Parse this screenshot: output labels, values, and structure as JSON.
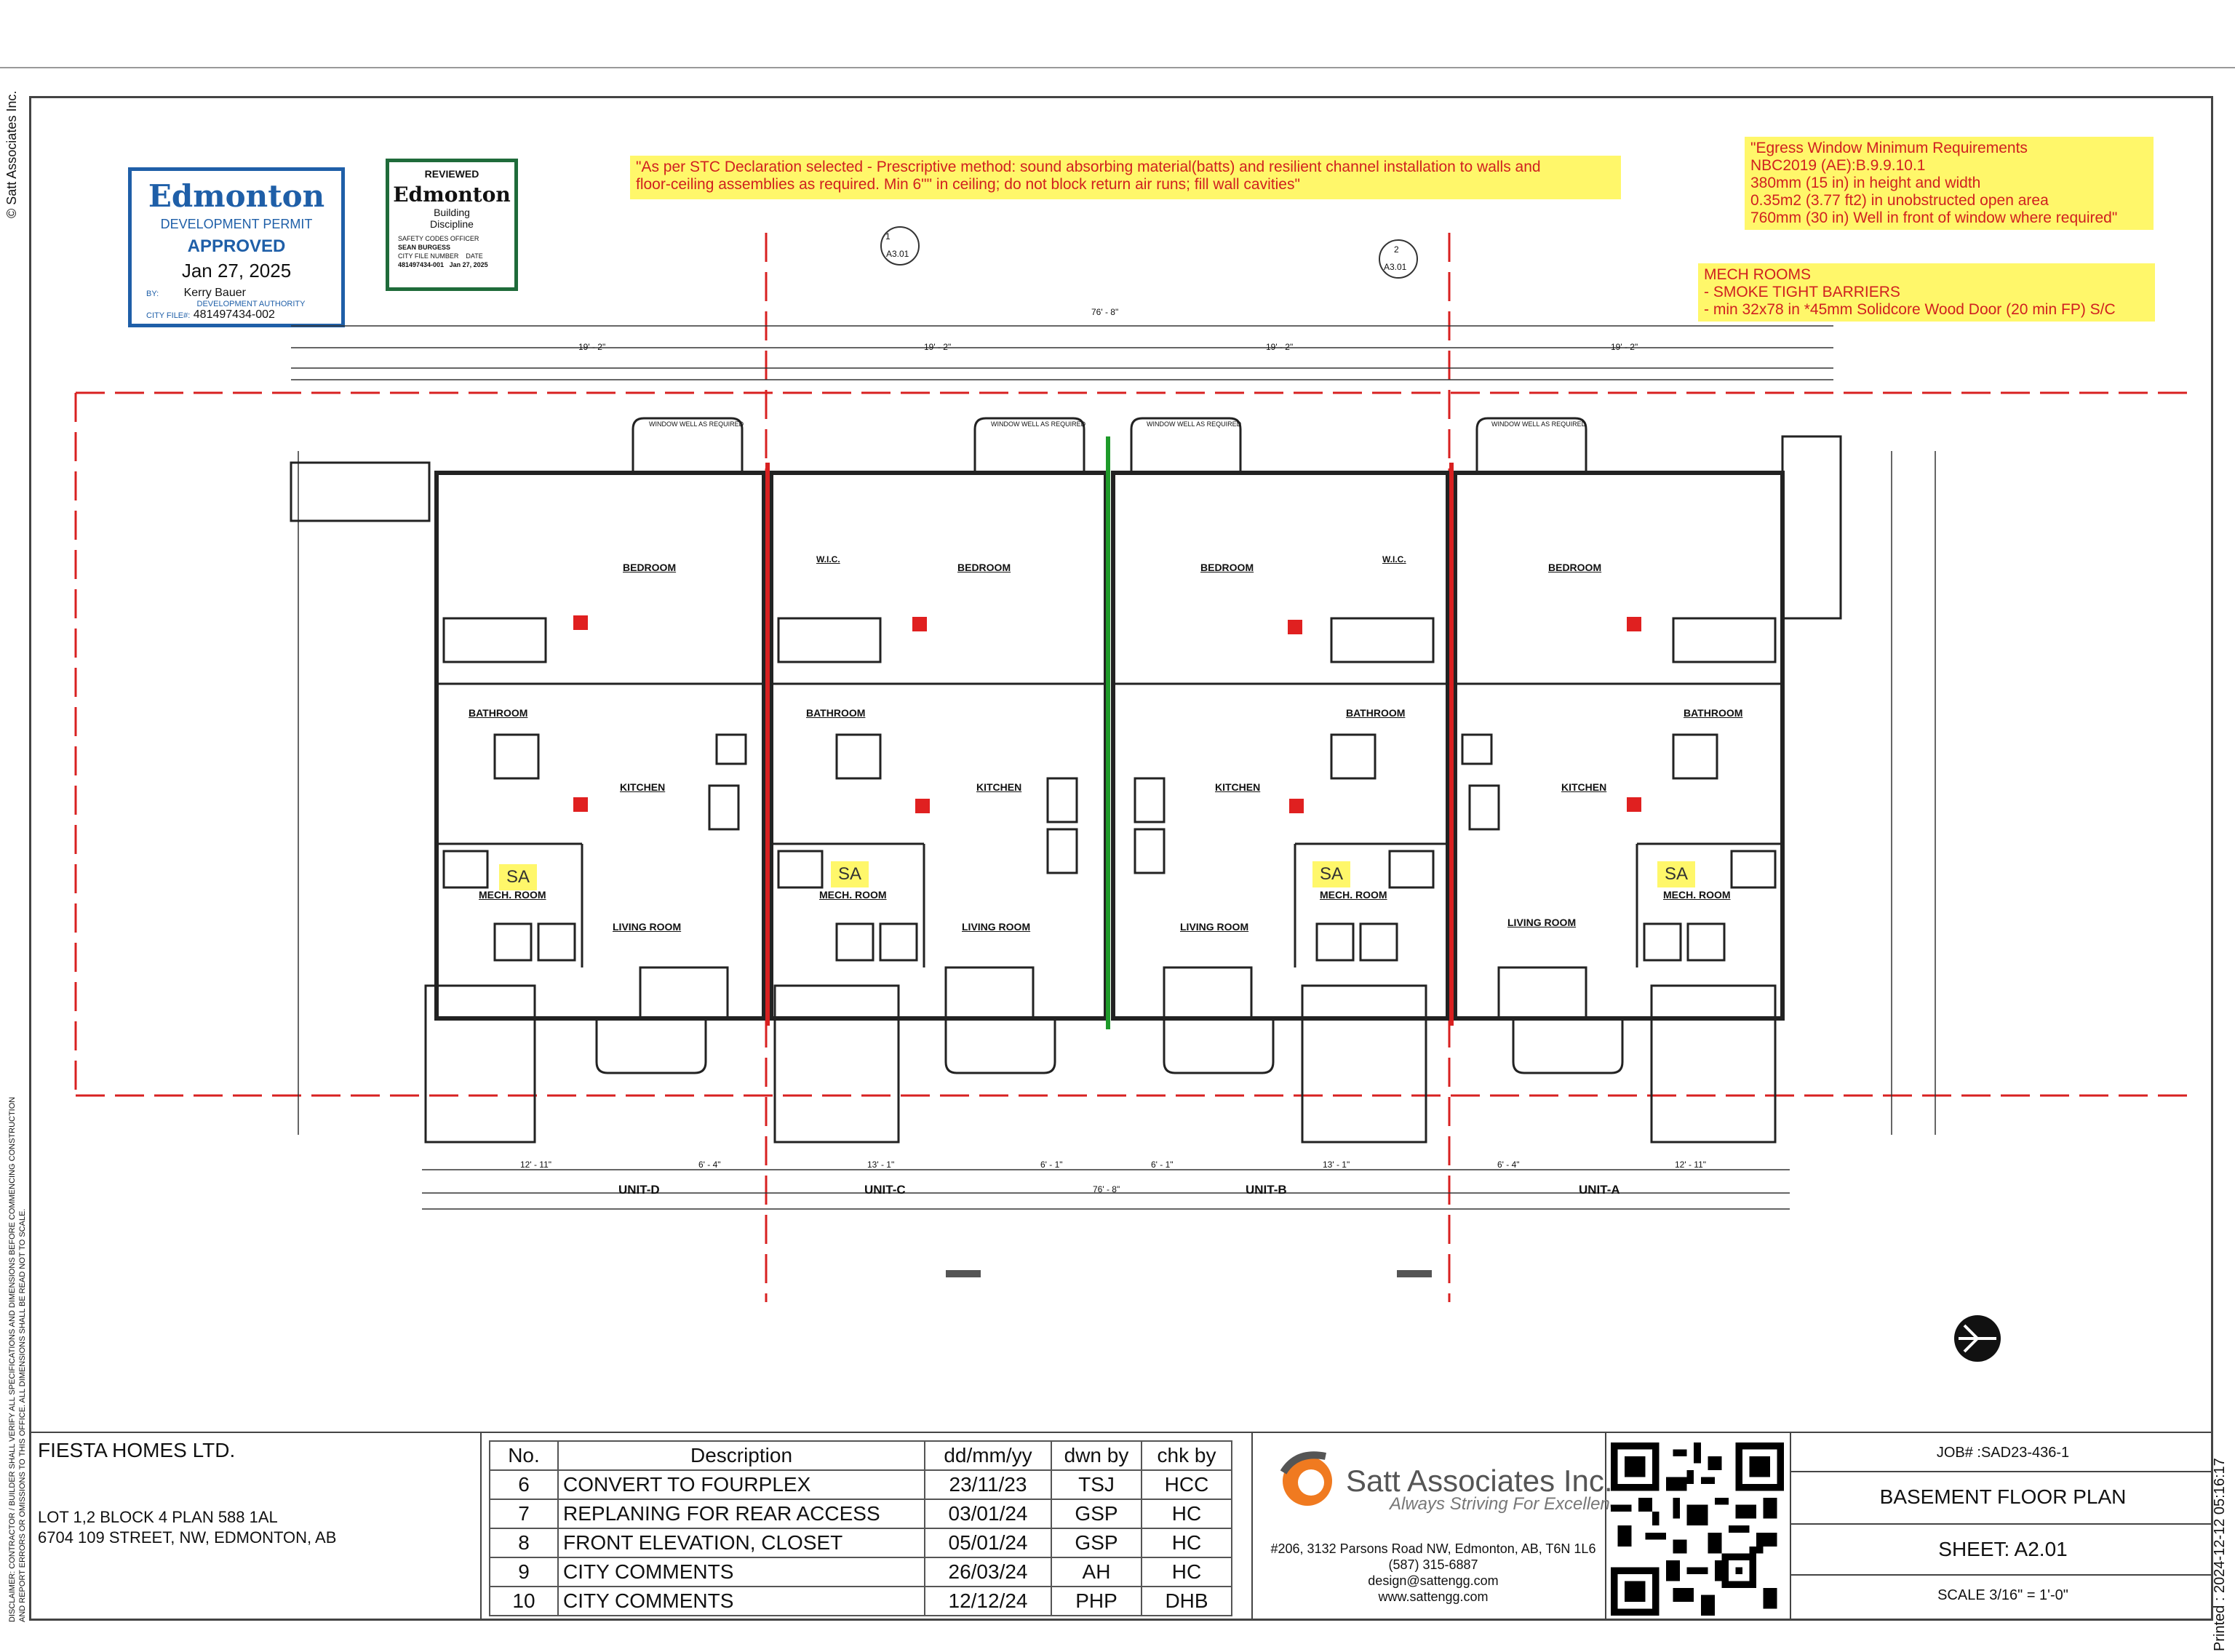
{
  "copyright": "© Satt Associates Inc.",
  "printed": "Printed : 2024-12-12 05:16:17",
  "disclaimer": [
    "DISCLAIMER: CONTRACTOR / BUILDER SHALL VERIFY ALL SPECIFICATIONS AND DIMENSIONS BEFORE COMMENCING CONSTRUCTION",
    "AND REPORT ERRORS OR OMISSIONS TO THIS OFFICE. ALL DIMENSIONS SHALL BE READ NOT TO SCALE."
  ],
  "permit_stamp": {
    "logo": "Edmonton",
    "subtitle": "DEVELOPMENT PERMIT",
    "status": "APPROVED",
    "date": "Jan 27, 2025",
    "by_label": "BY:",
    "by_name": "Kerry Bauer",
    "authority": "DEVELOPMENT AUTHORITY",
    "file_label": "CITY FILE#:",
    "file_no": "481497434-002"
  },
  "review_stamp": {
    "header": "REVIEWED",
    "logo": "Edmonton",
    "line1": "Building",
    "line2": "Discipline",
    "officer_label": "SAFETY CODES OFFICER",
    "officer": "SEAN BURGESS",
    "file_label": "CITY FILE NUMBER",
    "date_label": "DATE",
    "file_no": "481497434-001",
    "date": "Jan 27, 2025"
  },
  "notes": {
    "sound": [
      "\"As per STC Declaration selected  - Prescriptive method: sound absorbing material(batts) and resilient channel installation to walls and",
      "floor-ceiling assemblies as required. Min 6\"\" in ceiling; do not block return air runs; fill wall cavities\""
    ],
    "egress": [
      "\"Egress Window Minimum Requirements",
      "NBC2019 (AE):B.9.9.10.1",
      "380mm (15 in) in height and width",
      "0.35m2 (3.77 ft2) in unobstructed open area",
      "760mm (30 in) Well in front of window where required\""
    ],
    "mech": [
      "MECH ROOMS",
      "- SMOKE TIGHT BARRIERS",
      "- min 32x78 in *45mm Solidcore Wood Door (20 min FP) S/C"
    ]
  },
  "plan": {
    "section_tags": [
      {
        "num": "1",
        "ref": "A3.01"
      },
      {
        "num": "2",
        "ref": "A3.01"
      }
    ],
    "overall_width": "76' - 8\"",
    "top_dims": [
      "19' - 2\"",
      "19' - 2\"",
      "19' - 2\"",
      "19' - 2\""
    ],
    "unit_labels": [
      "UNIT-D",
      "UNIT-C",
      "UNIT-B",
      "UNIT-A"
    ],
    "rooms": {
      "bedroom": "BEDROOM",
      "bathroom": "BATHROOM",
      "kitchen": "KITCHEN",
      "mech": "MECH. ROOM",
      "living": "LIVING ROOM",
      "wic": "W.I.C."
    },
    "sa": "SA",
    "window_well": "WINDOW WELL AS REQUIRED",
    "bottom_dims": [
      "12' - 11\"",
      "6' - 4\"",
      "13' - 1\"",
      "6' - 1\"",
      "6' - 1\"",
      "13' - 1\"",
      "6' - 4\"",
      "12' - 11\""
    ]
  },
  "title_block": {
    "client": "FIESTA HOMES LTD.",
    "lot_line1": "LOT 1,2 BLOCK 4 PLAN 588 1AL",
    "lot_line2": "6704 109 STREET, NW, EDMONTON, AB",
    "rev_headers": [
      "No.",
      "Description",
      "dd/mm/yy",
      "dwn by",
      "chk by"
    ],
    "revisions": [
      [
        "6",
        "CONVERT TO FOURPLEX",
        "23/11/23",
        "TSJ",
        "HCC"
      ],
      [
        "7",
        "REPLANING FOR REAR ACCESS",
        "03/01/24",
        "GSP",
        "HC"
      ],
      [
        "8",
        "FRONT ELEVATION, CLOSET",
        "05/01/24",
        "GSP",
        "HC"
      ],
      [
        "9",
        "CITY COMMENTS",
        "26/03/24",
        "AH",
        "HC"
      ],
      [
        "10",
        "CITY COMMENTS",
        "12/12/24",
        "PHP",
        "DHB"
      ]
    ],
    "firm": "Satt Associates Inc.",
    "tagline": "Always Striving For Excellence",
    "address": "#206, 3132 Parsons Road NW, Edmonton, AB, T6N 1L6",
    "phone": "(587) 315-6887",
    "email": "design@sattengg.com",
    "web": "www.sattengg.com",
    "job": "JOB# :SAD23-436-1",
    "drawing_title": "BASEMENT FLOOR PLAN",
    "sheet": "SHEET: A2.01",
    "scale": "SCALE 3/16\" = 1'-0\""
  }
}
